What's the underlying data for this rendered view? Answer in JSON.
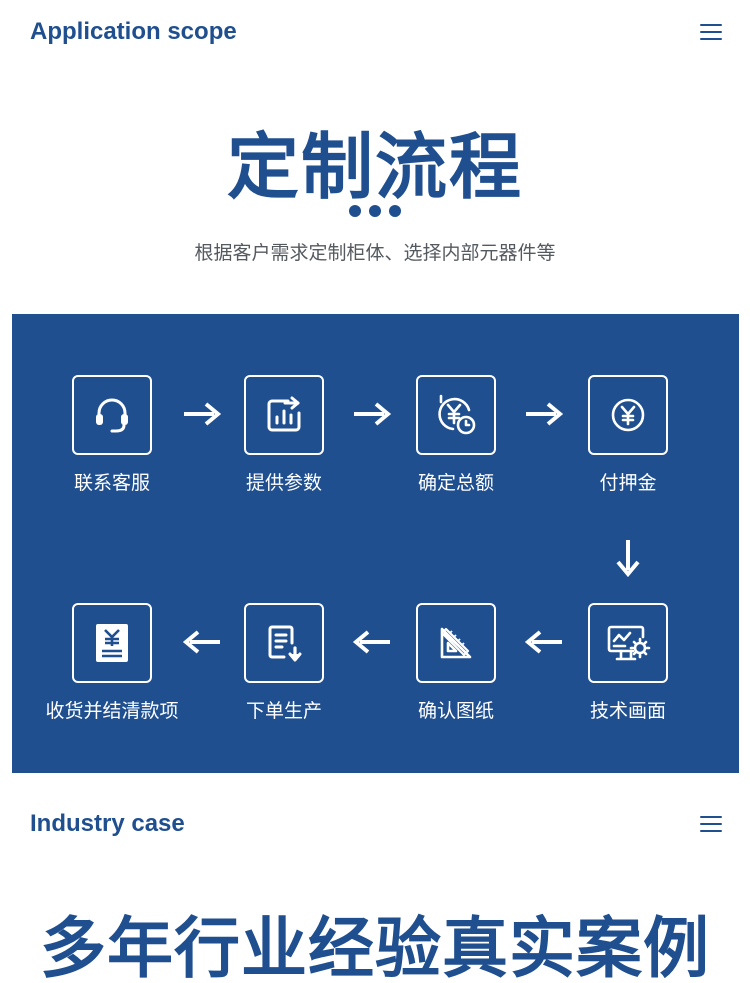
{
  "section1": {
    "title": "Application scope"
  },
  "process": {
    "title": "定制流程",
    "subtitle": "根据客户需求定制柜体、选择内部元器件等",
    "steps": [
      {
        "label": "联系客服",
        "icon": "headset-icon"
      },
      {
        "label": "提供参数",
        "icon": "chart-icon"
      },
      {
        "label": "确定总额",
        "icon": "yen-clock-icon"
      },
      {
        "label": "付押金",
        "icon": "yen-coin-icon"
      },
      {
        "label": "技术画面",
        "icon": "design-screen-icon"
      },
      {
        "label": "确认图纸",
        "icon": "drawing-ruler-icon"
      },
      {
        "label": "下单生产",
        "icon": "order-download-icon"
      },
      {
        "label": "收货并结清款项",
        "icon": "yen-receipt-icon"
      }
    ]
  },
  "section2": {
    "title": "Industry case"
  },
  "cases": {
    "title": "多年行业经验真实案例"
  },
  "colors": {
    "brand": "#1f4f8f",
    "text_gray": "#555a60",
    "white": "#ffffff"
  }
}
